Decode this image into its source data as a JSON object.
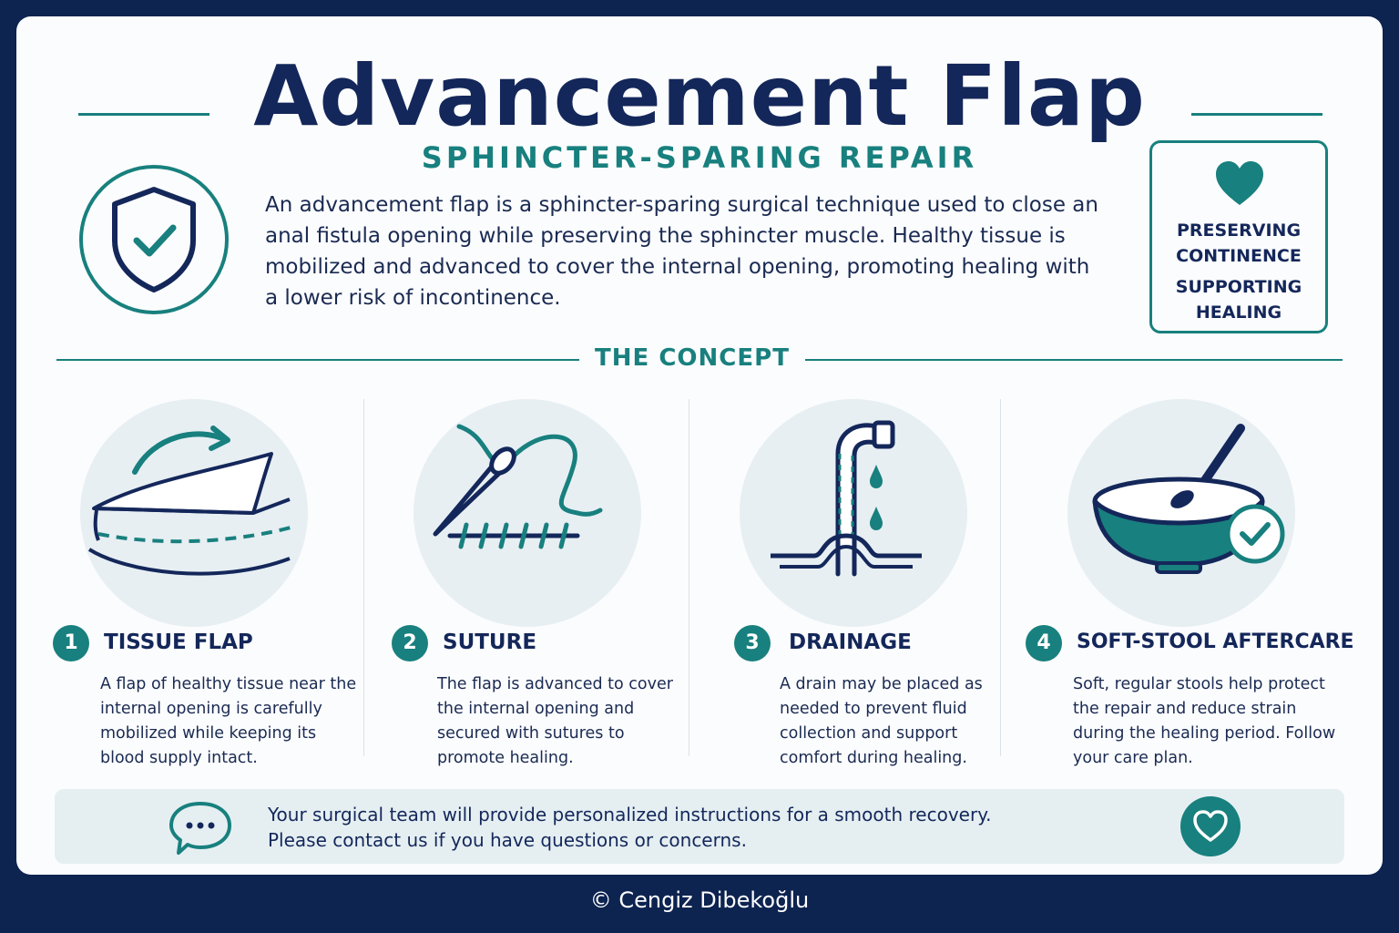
{
  "header": {
    "title": "Advancement Flap",
    "subtitle": "SPHINCTER-SPARING REPAIR"
  },
  "intro": {
    "text": "An advancement flap is a sphincter-sparing surgical technique used to close an anal fistula opening while preserving the sphincter muscle. Healthy tissue is mobilized and advanced to cover the internal opening, promoting healing with a lower risk of incontinence."
  },
  "badge": {
    "line1": "PRESERVING CONTINENCE",
    "line2": "SUPPORTING HEALING"
  },
  "concept": {
    "label": "THE CONCEPT"
  },
  "steps": [
    {
      "number": "1",
      "title": "TISSUE FLAP",
      "description": "A flap of healthy tissue near the internal opening is carefully mobilized while keeping its blood supply intact."
    },
    {
      "number": "2",
      "title": "SUTURE",
      "description": "The flap is advanced to cover the internal opening and secured with sutures to promote healing."
    },
    {
      "number": "3",
      "title": "DRAINAGE",
      "description": "A drain may be placed as needed to prevent fluid collection and support comfort during healing."
    },
    {
      "number": "4",
      "title": "SOFT-STOOL AFTERCARE",
      "description": "Soft, regular stools help protect the repair and reduce strain during the healing period. Follow your care plan."
    }
  ],
  "footer": {
    "line1": "Your surgical team will provide personalized instructions for a smooth recovery.",
    "line2": "Please contact us if you have questions or concerns."
  },
  "copyright": "© Cengiz Dibekoğlu",
  "colors": {
    "navy": "#14275a",
    "teal": "#18807e",
    "frame": "#0d2350"
  }
}
